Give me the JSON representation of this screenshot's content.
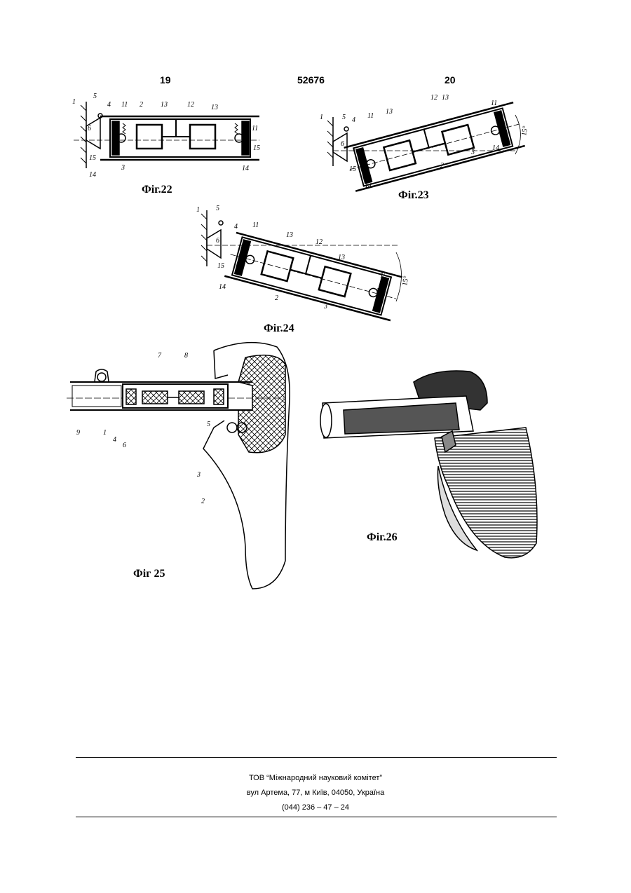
{
  "header": {
    "page_left": "19",
    "patent_number": "52676",
    "page_right": "20"
  },
  "figures": {
    "fig22": {
      "caption": "Фіг.22",
      "labels": {
        "l1": "1",
        "l5": "5",
        "l4": "4",
        "l11a": "11",
        "l2": "2",
        "l13a": "13",
        "l12": "12",
        "l13b": "13",
        "l6": "6",
        "l11b": "11",
        "l15a": "15",
        "l15b": "15",
        "l14a": "14",
        "l3": "3",
        "l14b": "14"
      }
    },
    "fig23": {
      "caption": "Фіг.23",
      "angle": "15°",
      "labels": {
        "l1": "1",
        "l5": "5",
        "l4": "4",
        "l11a": "11",
        "l13a": "13",
        "l12": "12",
        "l13b": "13",
        "l11b": "11",
        "l6": "6",
        "l15a": "15",
        "l15b": "15",
        "l3": "3",
        "l14a": "14",
        "l2": "2",
        "l14b": "14"
      }
    },
    "fig24": {
      "caption": "Фіг.24",
      "angle": "15°",
      "labels": {
        "l1": "1",
        "l5": "5",
        "l4": "4",
        "l11a": "11",
        "l13a": "13",
        "l12": "12",
        "l13b": "13",
        "l6": "6",
        "l15a": "15",
        "l15b": "15",
        "l11b": "11",
        "l14a": "14",
        "l2": "2",
        "l3": "3",
        "l14b": "14"
      }
    },
    "fig25": {
      "caption": "Фіг 25",
      "labels": {
        "l7": "7",
        "l8": "8",
        "l9": "9",
        "l1": "1",
        "l4": "4",
        "l6": "6",
        "l5": "5",
        "l3": "3",
        "l2": "2"
      }
    },
    "fig26": {
      "caption": "Фіг.26"
    }
  },
  "footer": {
    "org": "ТОВ “Міжнародний науковий комітет”",
    "address": "вул  Артема, 77, м  Київ, 04050, Україна",
    "phone": "(044) 236 – 47 – 24"
  }
}
